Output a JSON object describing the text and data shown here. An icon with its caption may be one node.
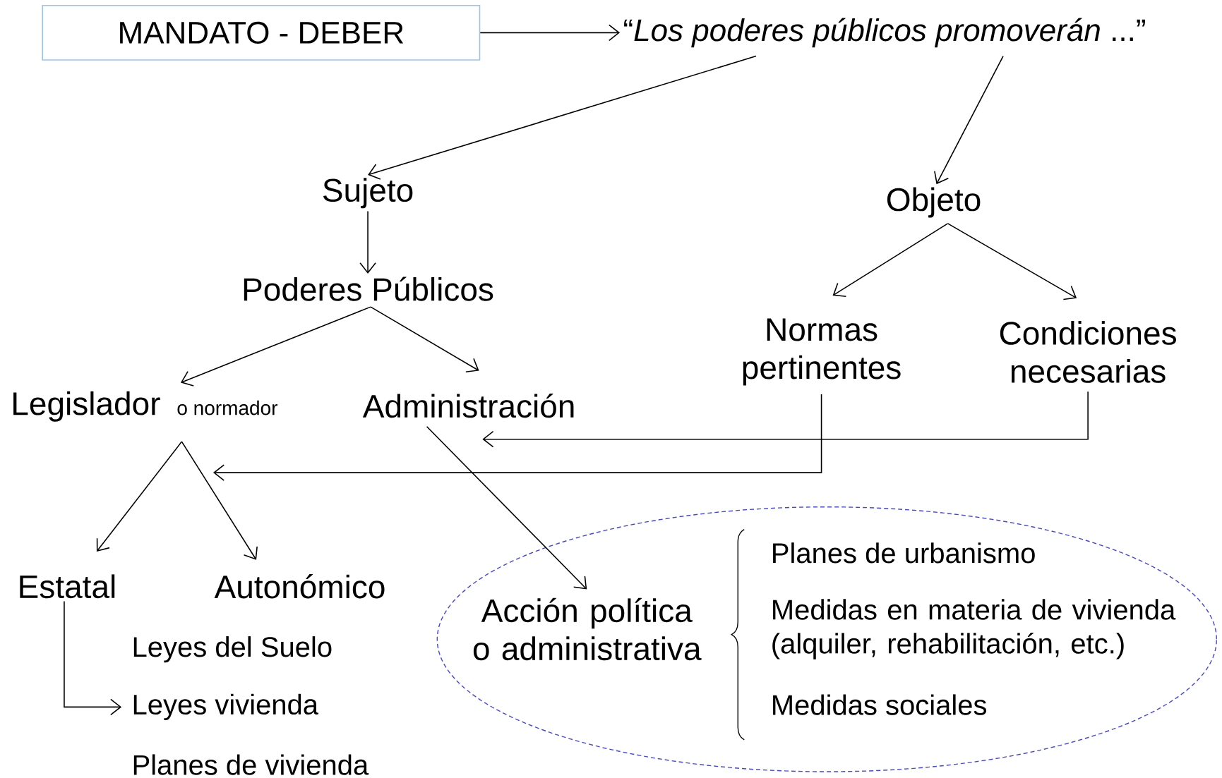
{
  "diagram": {
    "nodes": [
      {
        "text": [
          "MANDATO - DEBER"
        ]
      },
      {
        "text": [
          "“*Los poderes públicos promoverán* ...”"
        ]
      },
      {
        "text": [
          "Sujeto"
        ]
      },
      {
        "text": [
          "Objeto"
        ]
      },
      {
        "text": [
          "Poderes Públicos"
        ]
      },
      {
        "text": [
          "Legislador"
        ],
        "beside": [
          "o normador"
        ]
      },
      {
        "text": [
          "Administración"
        ]
      },
      {
        "text": [
          "Normas pertinentes"
        ]
      },
      {
        "text": [
          "Condiciones necesarias"
        ]
      },
      {
        "text": [
          "Estatal"
        ]
      },
      {
        "text": [
          "Autonómico"
        ]
      },
      {
        "text": [
          "Leyes del Suelo"
        ]
      },
      {
        "text": [
          "Leyes vivienda"
        ]
      },
      {
        "text": [
          "Planes de vivienda"
        ]
      },
      {
        "text": [],
        "shape": "ellipse"
      },
      {
        "text": [
          "Acción política o administrativa"
        ],
        "in": 14
      },
      {
        "text": [
          "Planes de urbanismo"
        ],
        "in": 14
      },
      {
        "text": [
          "Medidas en materia de vivienda (alquiler, rehabilitación, etc.)"
        ],
        "in": 14
      },
      {
        "text": [
          "Medidas sociales"
        ],
        "in": 14
      }
    ],
    "edges": [
      {
        "from": 0,
        "to": 1,
        "arrow": "to"
      },
      {
        "from": 1,
        "to": 2,
        "arrow": "to"
      },
      {
        "from": 1,
        "to": 3,
        "arrow": "to"
      },
      {
        "from": 2,
        "to": 4,
        "arrow": "to"
      },
      {
        "from": 3,
        "to": 7,
        "arrow": "to"
      },
      {
        "from": 3,
        "to": 8,
        "arrow": "to"
      },
      {
        "from": 4,
        "to": 5,
        "arrow": "to"
      },
      {
        "from": 4,
        "to": 6,
        "arrow": "to"
      },
      {
        "from": 7,
        "to": 5,
        "arrow": "to"
      },
      {
        "from": 8,
        "to": 6,
        "arrow": "to"
      },
      {
        "from": 6,
        "to": 15,
        "arrow": "to"
      },
      {
        "from": 5,
        "to": 9,
        "arrow": "to"
      },
      {
        "from": 5,
        "to": 10,
        "arrow": "to"
      },
      {
        "from": 9,
        "to": 12,
        "arrow": "to"
      }
    ]
  }
}
